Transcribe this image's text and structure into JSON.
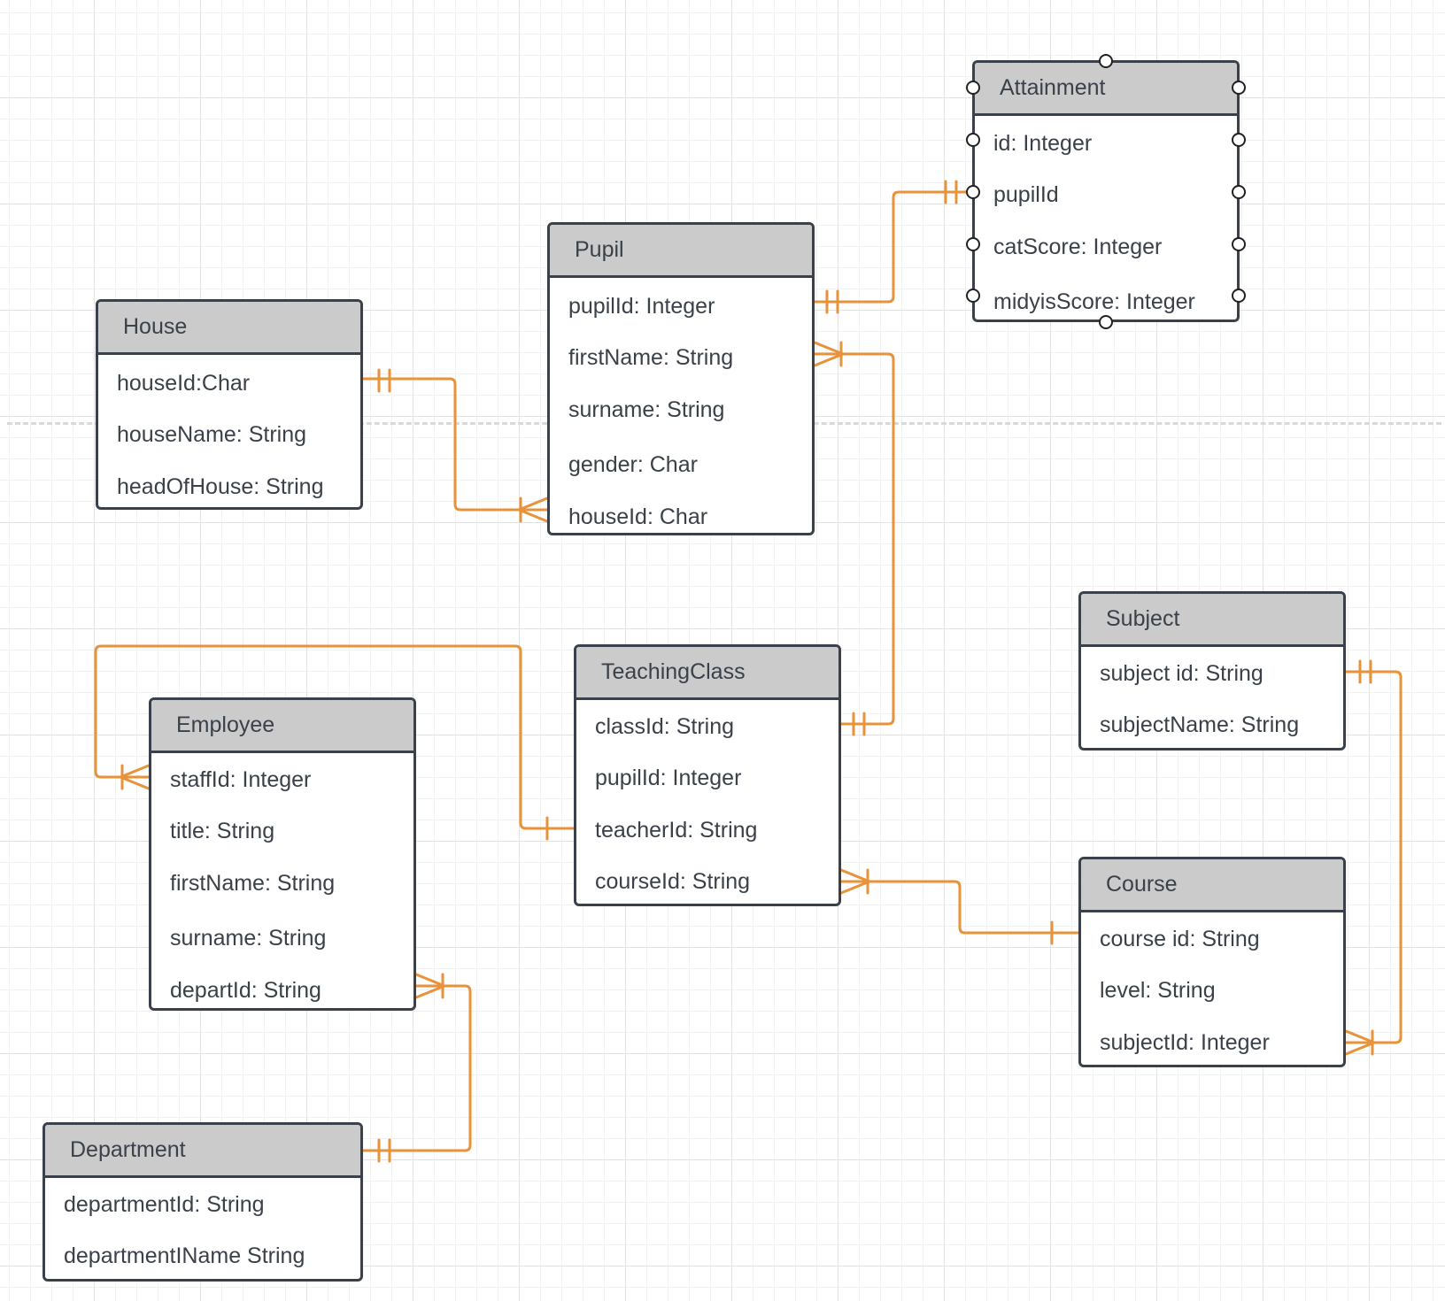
{
  "diagram": {
    "entities": [
      {
        "id": "house",
        "name": "House",
        "fields": [
          "houseId:Char",
          "houseName: String",
          "headOfHouse: String"
        ]
      },
      {
        "id": "pupil",
        "name": "Pupil",
        "fields": [
          "pupilId: Integer",
          "firstName: String",
          "surname: String",
          "gender: Char",
          "houseId: Char"
        ]
      },
      {
        "id": "attainment",
        "name": "Attainment",
        "fields": [
          "id: Integer",
          "pupilId",
          "catScore: Integer",
          "midyisScore: Integer"
        ]
      },
      {
        "id": "teachingclass",
        "name": "TeachingClass",
        "fields": [
          "classId: String",
          "pupilId: Integer",
          "teacherId: String",
          "courseId: String"
        ]
      },
      {
        "id": "employee",
        "name": "Employee",
        "fields": [
          "staffId: Integer",
          "title: String",
          "firstName: String",
          "surname: String",
          "departId: String"
        ]
      },
      {
        "id": "subject",
        "name": "Subject",
        "fields": [
          "subject id: String",
          "subjectName: String"
        ]
      },
      {
        "id": "course",
        "name": "Course",
        "fields": [
          "course id: String",
          "level: String",
          "subjectId: Integer"
        ]
      },
      {
        "id": "department",
        "name": "Department",
        "fields": [
          "departmentId: String",
          "departmentIName String"
        ]
      }
    ],
    "relationships": [
      {
        "from": "house.houseId",
        "to": "pupil.houseId",
        "from_end": "one-and-only-one",
        "to_end": "one-or-many"
      },
      {
        "from": "pupil.pupilId",
        "to": "attainment.pupilId",
        "from_end": "one-and-only-one",
        "to_end": "one-and-only-one"
      },
      {
        "from": "teachingclass.classId",
        "to": "pupil.firstName",
        "from_end": "one-and-only-one",
        "to_end": "one-or-many"
      },
      {
        "from": "teachingclass.teacherId",
        "to": "employee.staffId",
        "from_end": "one",
        "to_end": "one-or-many"
      },
      {
        "from": "department.departmentId",
        "to": "employee.departId",
        "from_end": "one-and-only-one",
        "to_end": "one-or-many"
      },
      {
        "from": "course.course id",
        "to": "teachingclass.courseId",
        "from_end": "one",
        "to_end": "one-or-many"
      },
      {
        "from": "subject.subject id",
        "to": "course.subjectId",
        "from_end": "one-and-only-one",
        "to_end": "one-or-many"
      }
    ],
    "colors": {
      "connector": "#e8923a",
      "entity_border": "#3a414a",
      "header_fill": "#cbcbcb",
      "text": "#3a414a"
    }
  }
}
